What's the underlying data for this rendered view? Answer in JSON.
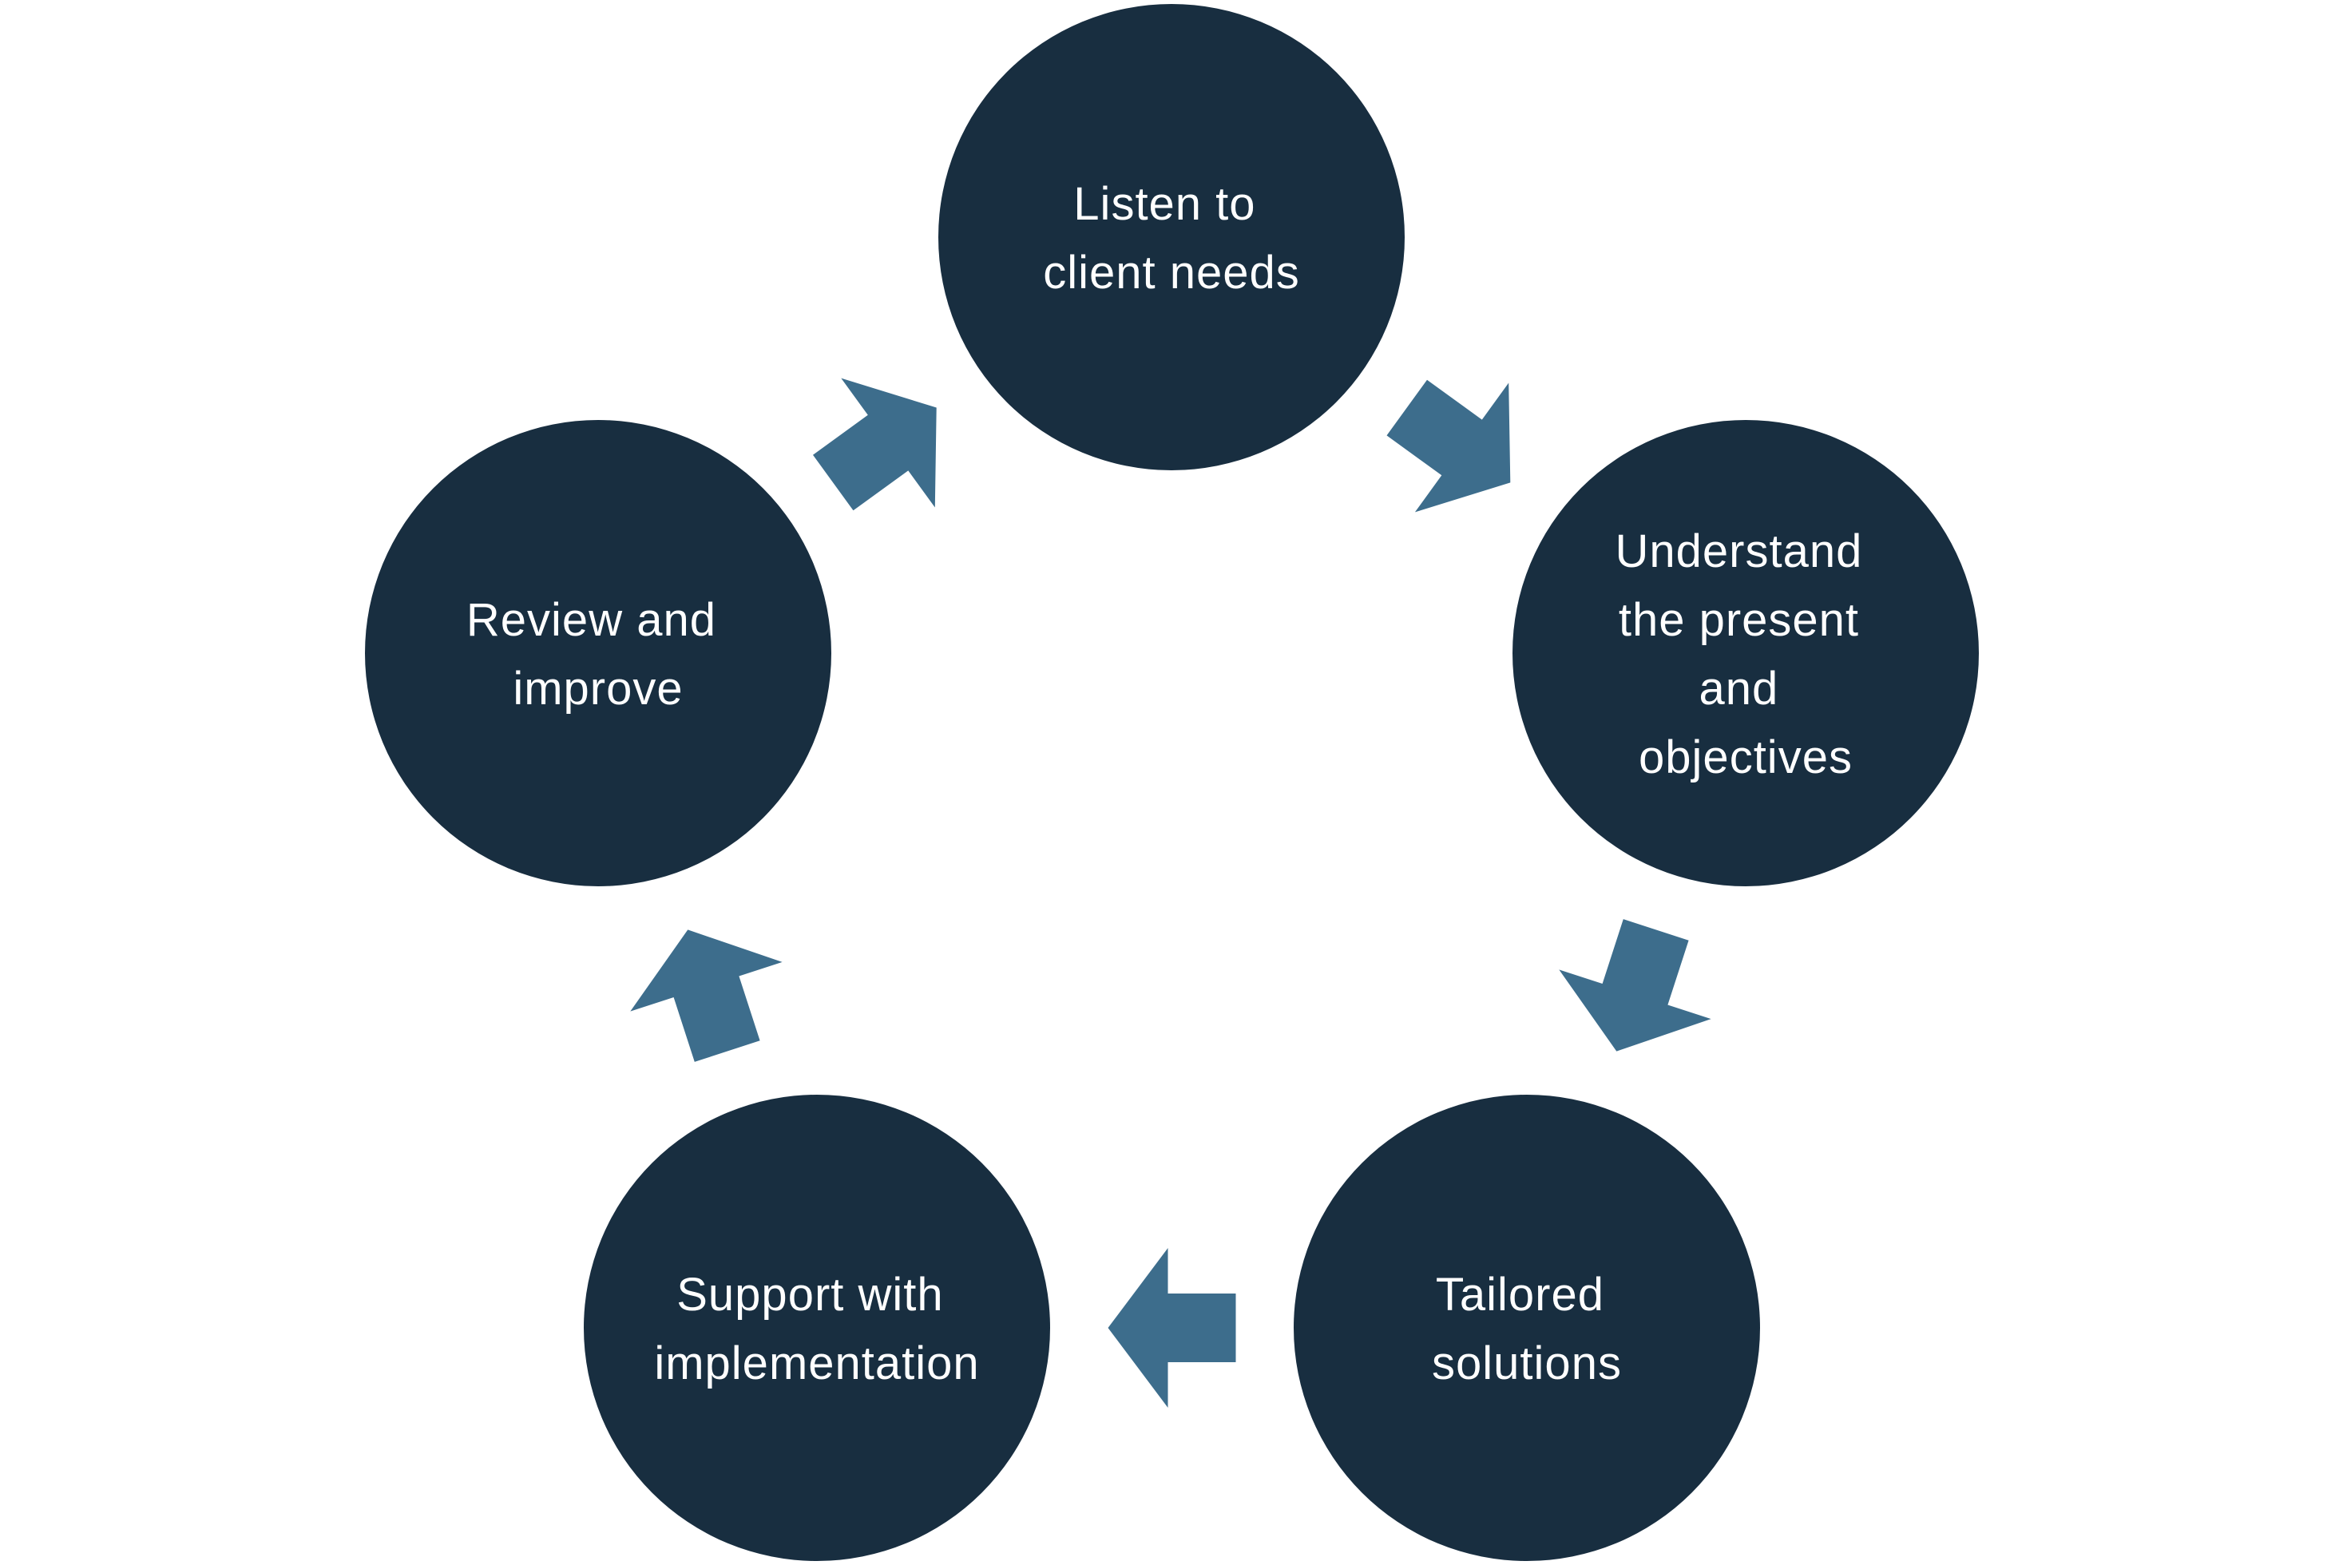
{
  "diagram": {
    "colors": {
      "background": "#ffffff",
      "node_fill": "#182e40",
      "node_text": "#ffffff",
      "arrow_fill": "#3d6d8c"
    },
    "nodes": [
      {
        "id": "listen",
        "lines": [
          "Listen to",
          "client needs"
        ]
      },
      {
        "id": "understand",
        "lines": [
          "Understand",
          "the present",
          "and",
          "objectives"
        ]
      },
      {
        "id": "tailored",
        "lines": [
          "Tailored",
          "solutions"
        ]
      },
      {
        "id": "support",
        "lines": [
          "Support with",
          "implementation"
        ]
      },
      {
        "id": "review",
        "lines": [
          "Review and",
          "improve"
        ]
      }
    ],
    "edges": [
      {
        "from": "listen",
        "to": "understand"
      },
      {
        "from": "understand",
        "to": "tailored"
      },
      {
        "from": "tailored",
        "to": "support"
      },
      {
        "from": "support",
        "to": "review"
      },
      {
        "from": "review",
        "to": "listen"
      }
    ]
  }
}
